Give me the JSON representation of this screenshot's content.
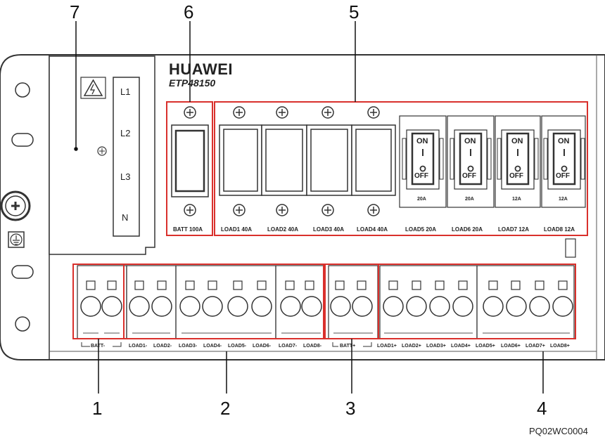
{
  "callouts": [
    "7",
    "6",
    "5",
    "1",
    "2",
    "3",
    "4"
  ],
  "brand": "HUAWEI",
  "model": "ETP48150",
  "phases": [
    "L1",
    "L2",
    "L3",
    "N"
  ],
  "batt_breaker_label": "BATT 100A",
  "load_breakers": [
    {
      "label": "LOAD1 40A"
    },
    {
      "label": "LOAD2 40A"
    },
    {
      "label": "LOAD3 40A"
    },
    {
      "label": "LOAD4 40A"
    }
  ],
  "small_switches": [
    {
      "on": "ON",
      "off": "OFF",
      "rating": "20A",
      "label": "LOAD5 20A"
    },
    {
      "on": "ON",
      "off": "OFF",
      "rating": "20A",
      "label": "LOAD6 20A"
    },
    {
      "on": "ON",
      "off": "OFF",
      "rating": "12A",
      "label": "LOAD7 12A"
    },
    {
      "on": "ON",
      "off": "OFF",
      "rating": "12A",
      "label": "LOAD8 12A"
    }
  ],
  "bottom_labels": {
    "batt_minus": "BATT-",
    "load_minus": [
      "LOAD1-",
      "LOAD2-",
      "LOAD3-",
      "LOAD4-",
      "LOAD5-",
      "LOAD6-",
      "LOAD7-",
      "LOAD8-"
    ],
    "batt_plus": "BATT+",
    "load_plus": [
      "LOAD1+",
      "LOAD2+",
      "LOAD3+",
      "LOAD4+",
      "LOAD5+",
      "LOAD6+",
      "LOAD7+",
      "LOAD8+"
    ]
  },
  "figure_code": "PQ02WC0004",
  "colors": {
    "highlight": "#d9302c",
    "line": "#333333",
    "panel_fill": "#ffffff"
  }
}
